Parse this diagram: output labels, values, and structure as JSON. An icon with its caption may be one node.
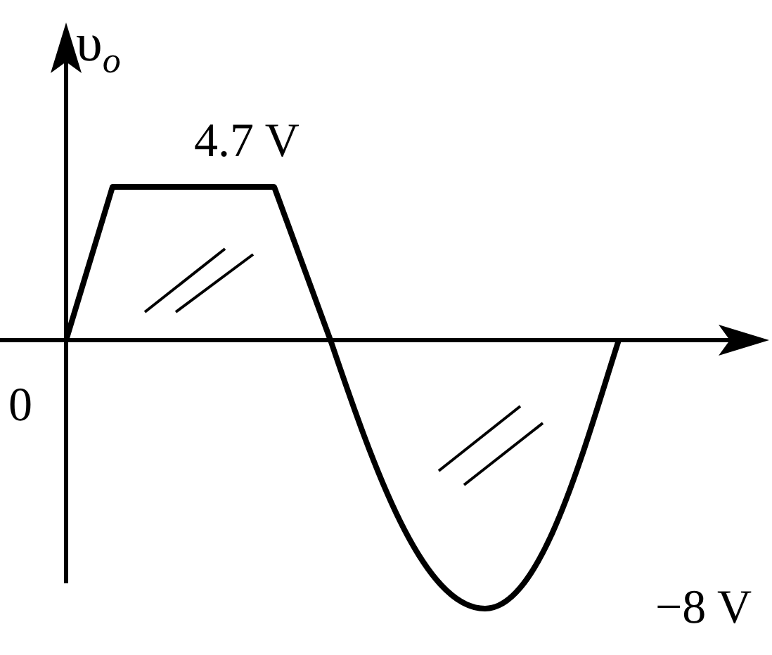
{
  "diagram": {
    "labels": [
      "υ$_{o}$",
      "4.7 V",
      "0",
      "−8 V"
    ]
  }
}
